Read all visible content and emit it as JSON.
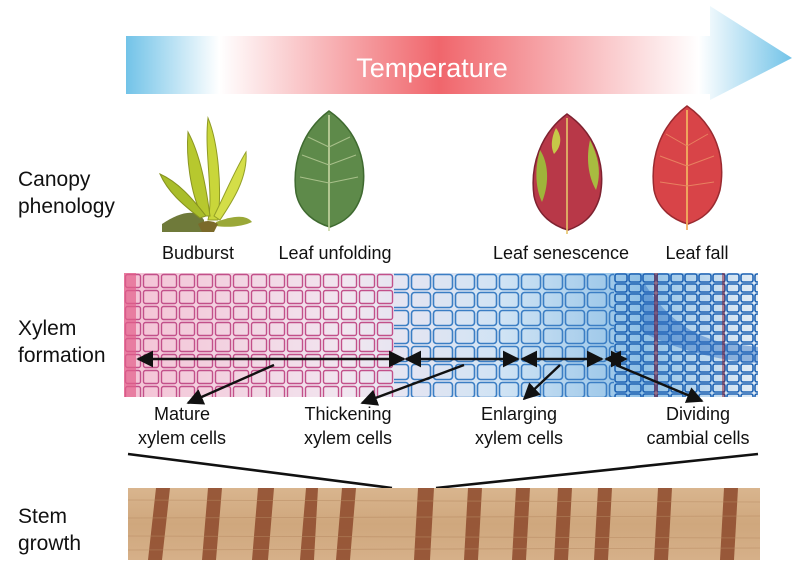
{
  "header": {
    "gradient_title": "Temperature",
    "colors": {
      "cool": "#72c3e8",
      "warm": "#f0666c"
    }
  },
  "rows": {
    "canopy": {
      "line1": "Canopy",
      "line2": "phenology"
    },
    "xylem": {
      "line1": "Xylem",
      "line2": "formation"
    },
    "stem": {
      "line1": "Stem",
      "line2": "growth"
    }
  },
  "phenology": [
    {
      "label": "Budburst",
      "icon": "bud-icon"
    },
    {
      "label": "Leaf unfolding",
      "icon": "green-leaf-icon"
    },
    {
      "label": "Leaf senescence",
      "icon": "senescent-leaf-icon"
    },
    {
      "label": "Leaf fall",
      "icon": "red-leaf-icon"
    }
  ],
  "xylem_zones": [
    {
      "line1": "Mature",
      "line2": "xylem cells"
    },
    {
      "line1": "Thickening",
      "line2": "xylem cells"
    },
    {
      "line1": "Enlarging",
      "line2": "xylem cells"
    },
    {
      "line1": "Dividing",
      "line2": "cambial cells"
    }
  ]
}
